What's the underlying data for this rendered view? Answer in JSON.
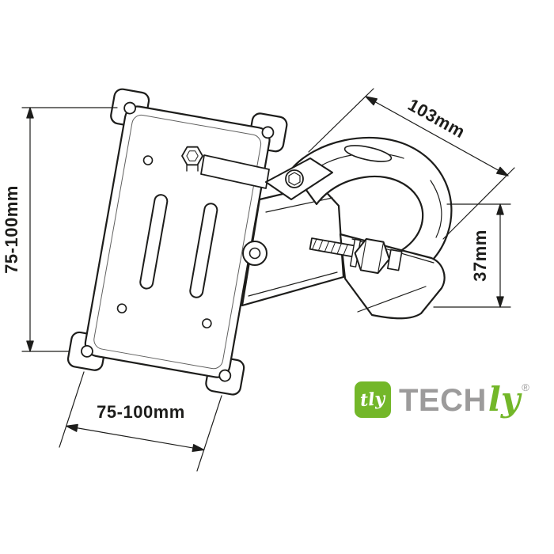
{
  "annotations": {
    "vesa_vertical": "75-100mm",
    "vesa_horizontal": "75-100mm",
    "clamp_length": "103mm",
    "clamp_height": "37mm"
  },
  "logo": {
    "icon_text": "tly",
    "name_primary": "TECH",
    "name_accent": "ly",
    "registered": "®"
  },
  "colors": {
    "line": "#1d1d1b",
    "logo_green": "#73b729",
    "logo_gray": "#9c9b9b",
    "background": "#ffffff"
  }
}
